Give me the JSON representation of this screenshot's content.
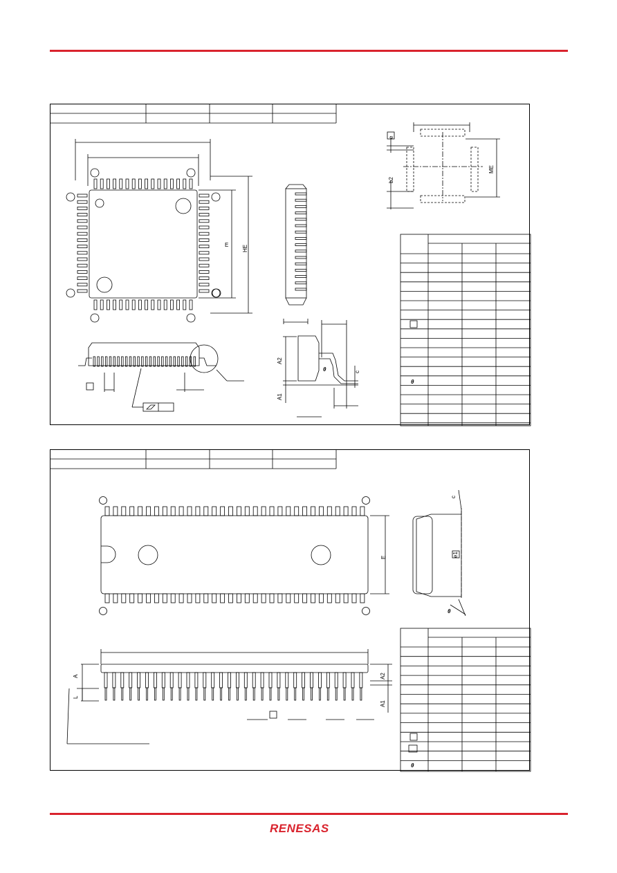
{
  "colors": {
    "accent": "#d9232d",
    "line": "#000000"
  },
  "brand": {
    "logo_text": "RENESAS"
  },
  "package1": {
    "labels": {
      "E": "E",
      "HE": "HE",
      "A2": "A2",
      "A1": "A1",
      "c": "c",
      "e": "e",
      "b2": "b2",
      "ME": "ME",
      "theta": "θ"
    }
  },
  "package2": {
    "labels": {
      "E": "E",
      "A": "A",
      "A2": "A2",
      "A1": "A1",
      "L": "L",
      "c": "c",
      "e1": "e1",
      "theta": "θ"
    }
  }
}
